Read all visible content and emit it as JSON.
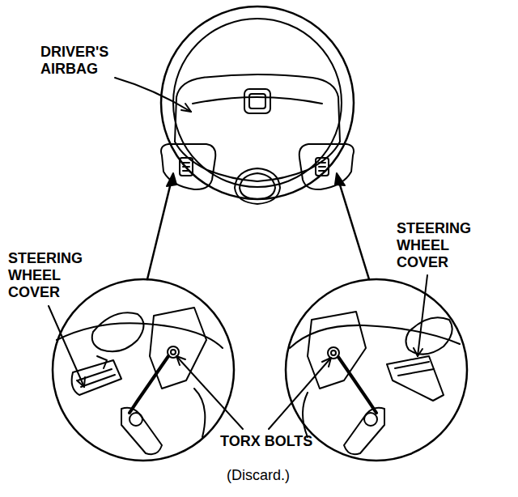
{
  "diagram": {
    "labels": [
      "DRIVER'S AIRBAG",
      "STEERING WHEEL COVER",
      "STEERING WHEEL COVER",
      "TORX BOLTS",
      "(Discard.)"
    ]
  }
}
